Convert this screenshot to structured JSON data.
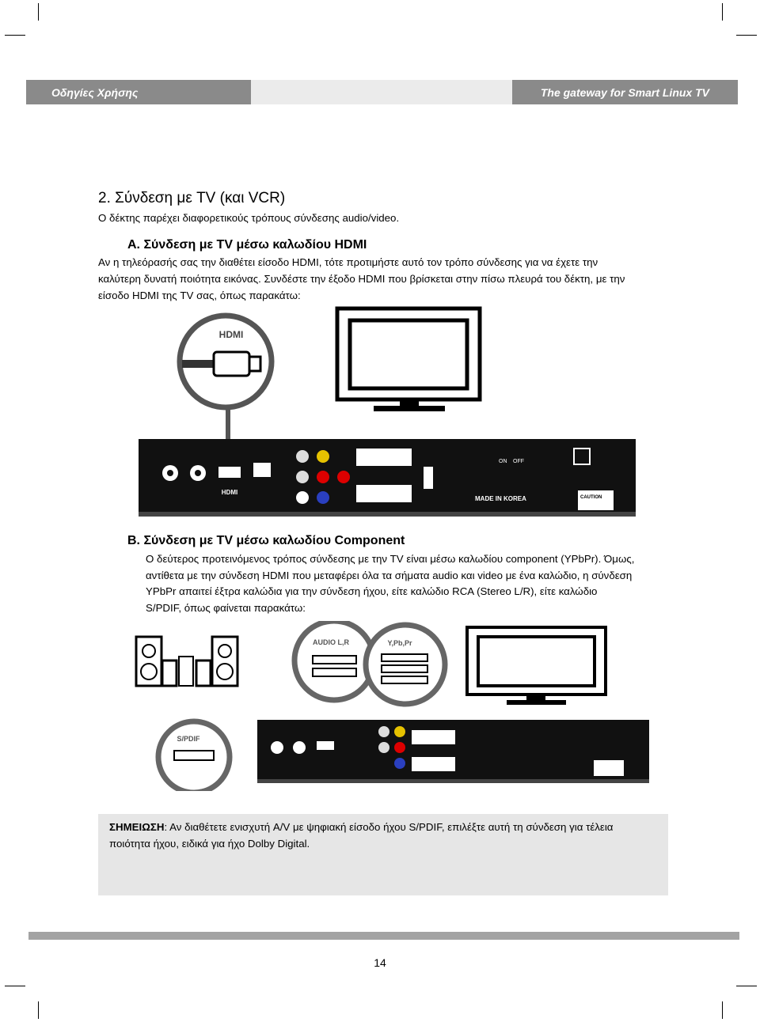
{
  "header": {
    "left": "Οδηγίες Χρήσης",
    "right": "The gateway for Smart Linux TV"
  },
  "section": {
    "title": "2.  Σύνδεση με TV (και VCR)",
    "intro": "Ο δέκτης παρέχει διαφορετικούς τρόπους σύνδεσης audio/video."
  },
  "hdmi": {
    "title": "Α.  Σύνδεση με TV μέσω καλωδίου HDMI",
    "lines": [
      "Αν η τηλεόρασής σας την διαθέτει είσοδο HDMI, τότε προτιμήστε αυτό τον τρόπο σύνδεσης για να έχετε την",
      "καλύτερη δυνατή ποιότητα εικόνας. Συνδέστε την έξοδο HDMI που βρίσκεται στην πίσω πλευρά του δέκτη, με την",
      "είσοδο HDMI της TV σας, όπως παρακάτω:"
    ],
    "cable_label": "HDMI"
  },
  "component": {
    "title": "Β.  Σύνδεση με TV μέσω καλωδίου Component",
    "lines": [
      "Ο δεύτερος προτεινόμενος τρόπος σύνδεσης με την TV είναι μέσω καλωδίου component (YPbPr). Όμως,",
      "αντίθετα με την σύνδεση HDMI που μεταφέρει όλα τα σήματα audio και video με ένα καλώδιο, η σύνδεση",
      "YPbPr απαιτεί έξτρα καλώδια για την σύνδεση ήχου, είτε καλώδιο RCA (Stereo L/R), είτε καλώδιο",
      "S/PDIF, όπως φαίνεται παρακάτω:"
    ],
    "labels": {
      "audio": "AUDIO L,R",
      "video": "Y,Pb,Pr",
      "spdif": "S/PDIF"
    }
  },
  "receiver_labels": {
    "hdmi": "HDMI",
    "made_in": "MADE IN KOREA",
    "on": "ON",
    "off": "OFF",
    "caution": "CAUTION"
  },
  "note": {
    "label": "ΣΗΜΕΙΩΣΗ",
    "text": ": Αν διαθέτετε ενισχυτή A/V με ψηφιακή είσοδο ήχου S/PDIF, επιλέξτε αυτή τη σύνδεση για τέλεια ποιότητα ήχου, ειδικά για ήχο Dolby Digital."
  },
  "page_number": "14"
}
